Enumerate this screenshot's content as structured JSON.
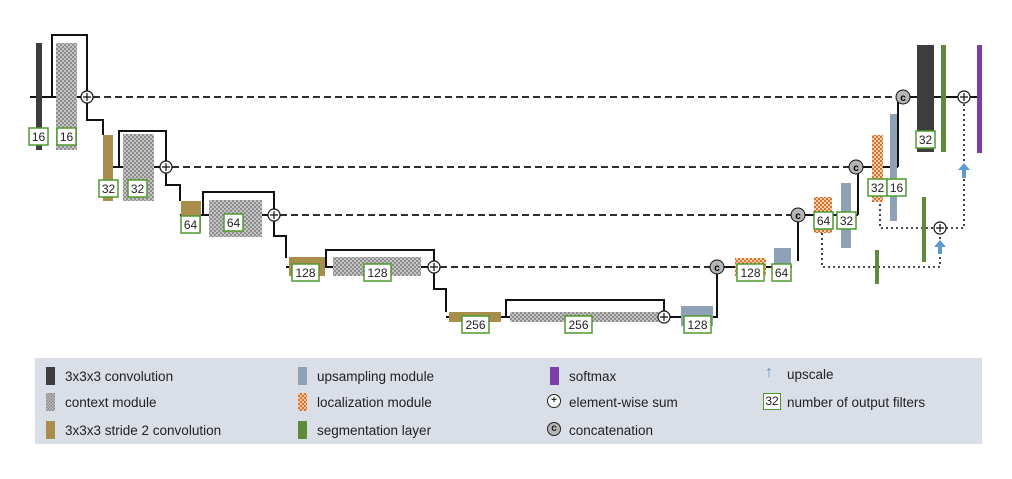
{
  "colors": {
    "conv": "#3d3d3d",
    "stride": "#a98d4b",
    "upsample": "#8ea1b7",
    "segmentation": "#5f8a3a",
    "softmax": "#7b3ea6",
    "upscale": "#5b9bd5",
    "filter_box_border": "#4e9a2e"
  },
  "diagram": {
    "encoder_filters": [
      {
        "conv": "16",
        "context": "16"
      },
      {
        "conv": "32",
        "context": "32"
      },
      {
        "conv": "64",
        "context": "64"
      },
      {
        "conv": "128",
        "context": "128"
      },
      {
        "conv": "256",
        "context": "256"
      }
    ],
    "decoder_filters": {
      "upsample_128": "128",
      "level4_localization": "128",
      "level4_upsample": "64",
      "level3_localization": "64",
      "level3_upsample": "32",
      "level2_localization": "32",
      "level2_upsample": "16",
      "final_conv": "32"
    }
  },
  "legend": [
    {
      "symbol": "rect-conv",
      "icon": "dark-bar",
      "label": "3x3x3 convolution"
    },
    {
      "symbol": "rect-checker",
      "icon": "checker-bar",
      "label": "context module"
    },
    {
      "symbol": "rect-stride",
      "icon": "olive-bar",
      "label": "3x3x3 stride 2 convolution"
    },
    {
      "symbol": "rect-upsample",
      "icon": "steel-blue-bar",
      "label": "upsampling module"
    },
    {
      "symbol": "rect-orange",
      "icon": "orange-checker-bar",
      "label": "localization module"
    },
    {
      "symbol": "rect-seg",
      "icon": "green-bar",
      "label": "segmentation layer"
    },
    {
      "symbol": "rect-softmax",
      "icon": "purple-bar",
      "label": "softmax"
    },
    {
      "symbol": "plus",
      "icon": "circled-plus",
      "glyph": "+",
      "label": "element-wise sum"
    },
    {
      "symbol": "concat",
      "icon": "circled-c",
      "glyph": "c",
      "label": "concatenation"
    },
    {
      "symbol": "arrow",
      "icon": "up-arrow",
      "glyph": "↑",
      "label": "upscale"
    },
    {
      "symbol": "box",
      "icon": "filter-count-box",
      "glyph": "32",
      "label": "number of output filters"
    }
  ]
}
